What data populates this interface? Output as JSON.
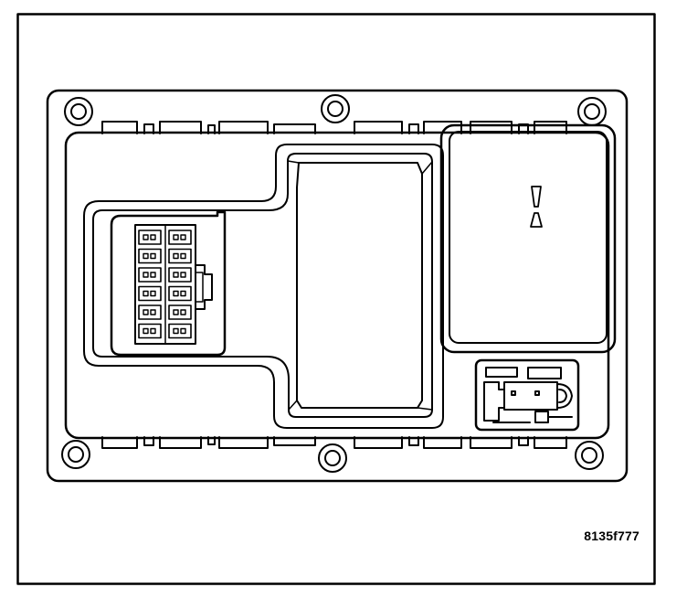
{
  "figure": {
    "id_label": "8135f777"
  },
  "colors": {
    "line": "#000000",
    "background": "#ffffff"
  },
  "connector": {
    "rows": 6,
    "columns": 2
  }
}
